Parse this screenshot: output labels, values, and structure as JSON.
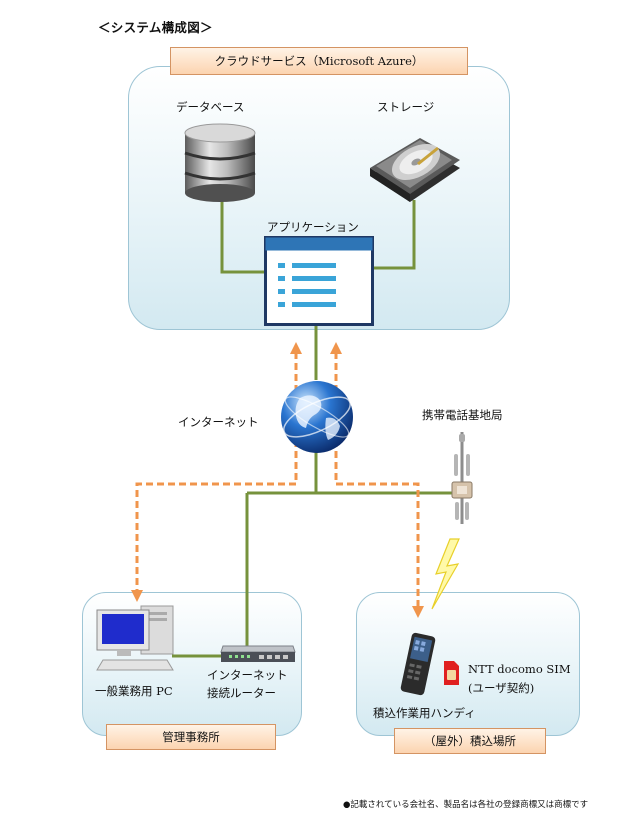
{
  "title": "＜システム構成図＞",
  "cloud": {
    "banner": "クラウドサービス（Microsoft Azure）",
    "database_label": "データベース",
    "storage_label": "ストレージ",
    "app_label": "アプリケーション"
  },
  "internet_label": "インターネット",
  "base_station_label": "携帯電話基地局",
  "office": {
    "banner": "管理事務所",
    "pc_label": "一般業務用 PC",
    "router_label_1": "インターネット",
    "router_label_2": "接続ルーター"
  },
  "site": {
    "banner": "（屋外）積込場所",
    "handy_label": "積込作業用ハンディ",
    "sim_label_1": "NTT docomo SIM",
    "sim_label_2": "(ユーザ契約)"
  },
  "footer": "●記載されている会社名、製品名は各社の登録商標又は商標です",
  "colors": {
    "cable": "#76923c",
    "wireless": "#f0954c",
    "panel_border": "#9ec5d5",
    "banner_fill": "#fcd4b0"
  }
}
